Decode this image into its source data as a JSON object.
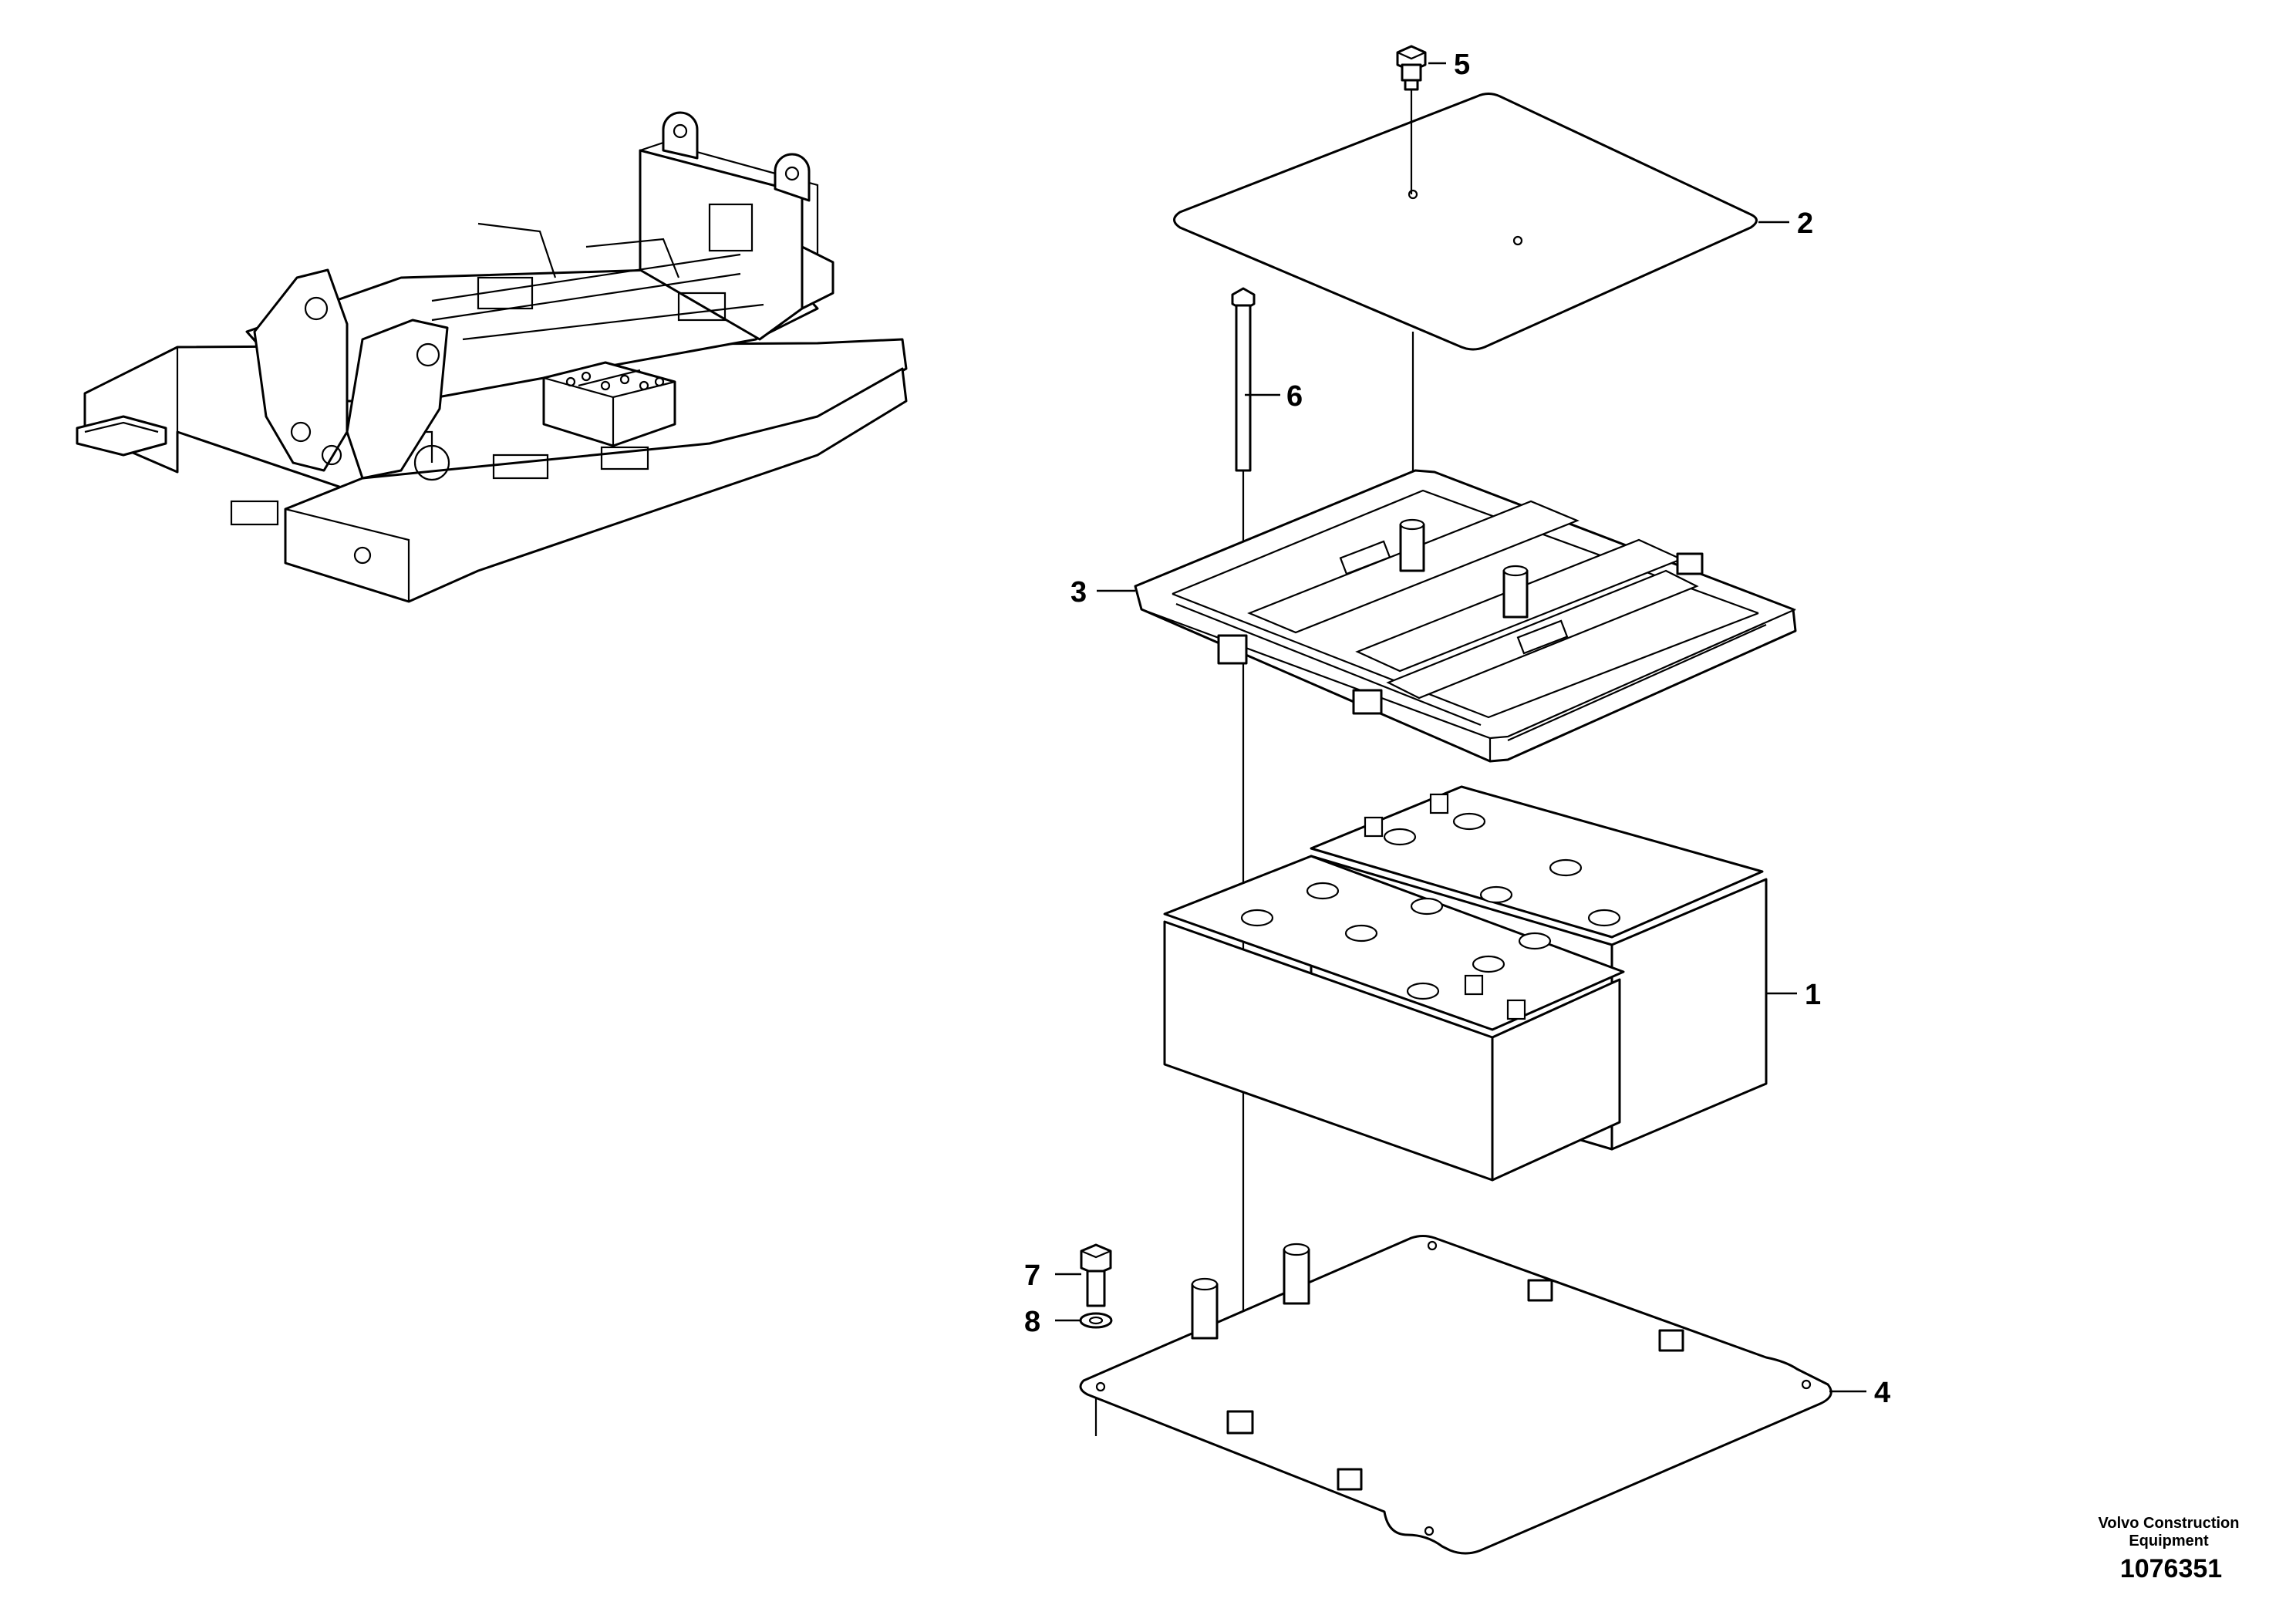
{
  "callouts": [
    {
      "id": "1",
      "label": "1"
    },
    {
      "id": "2",
      "label": "2"
    },
    {
      "id": "3",
      "label": "3"
    },
    {
      "id": "4",
      "label": "4"
    },
    {
      "id": "5",
      "label": "5"
    },
    {
      "id": "6",
      "label": "6"
    },
    {
      "id": "7",
      "label": "7"
    },
    {
      "id": "8",
      "label": "8"
    }
  ],
  "footer": {
    "manufacturer_line1": "Volvo Construction",
    "manufacturer_line2": "Equipment",
    "document_number": "1076351"
  }
}
